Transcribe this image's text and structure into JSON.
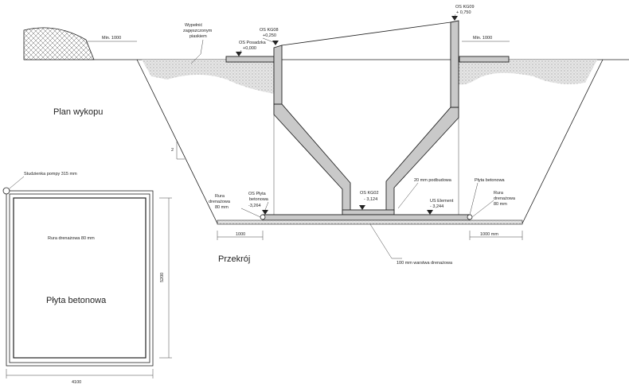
{
  "section": {
    "title": "Przekrój",
    "labels": {
      "fill": "Wypełnić zagęszczonym piaskiem",
      "min_left": "Min. 1000",
      "min_right": "Min. 1000",
      "os_kg08": "OS KG08",
      "os_kg08_val": "+0,250",
      "os_posadzka": "OS Posadzka",
      "os_posadzka_val": "+0,000",
      "os_kg09": "OS KG09",
      "os_kg09_val": "+ 0,750",
      "os_plyta": "OS Płyta betonowa",
      "os_plyta_val": "-3,264",
      "os_kg02": "OS KG02",
      "os_kg02_val": "- 3,124",
      "podbudowa": "20 mm podbudowa",
      "us_element": "US Element",
      "us_element_val": "- 3,244",
      "plyta_betonowa": "Płyta betonowa",
      "rura_left": "Rura drenażowa 80 mm",
      "rura_right": "Rura drenażowa 80 mm",
      "warstwa": "100 mm warstwa drenażowa",
      "dim_left": "1000",
      "dim_right": "1000 mm",
      "slope": "2"
    }
  },
  "plan": {
    "title": "Plan wykopu",
    "labels": {
      "studzienka": "Studzienka pompy 315 mm",
      "rura": "Rura drenażowa 80 mm",
      "plyta": "Płyta betonowa",
      "dim_width": "4100",
      "dim_height": "5200"
    }
  }
}
